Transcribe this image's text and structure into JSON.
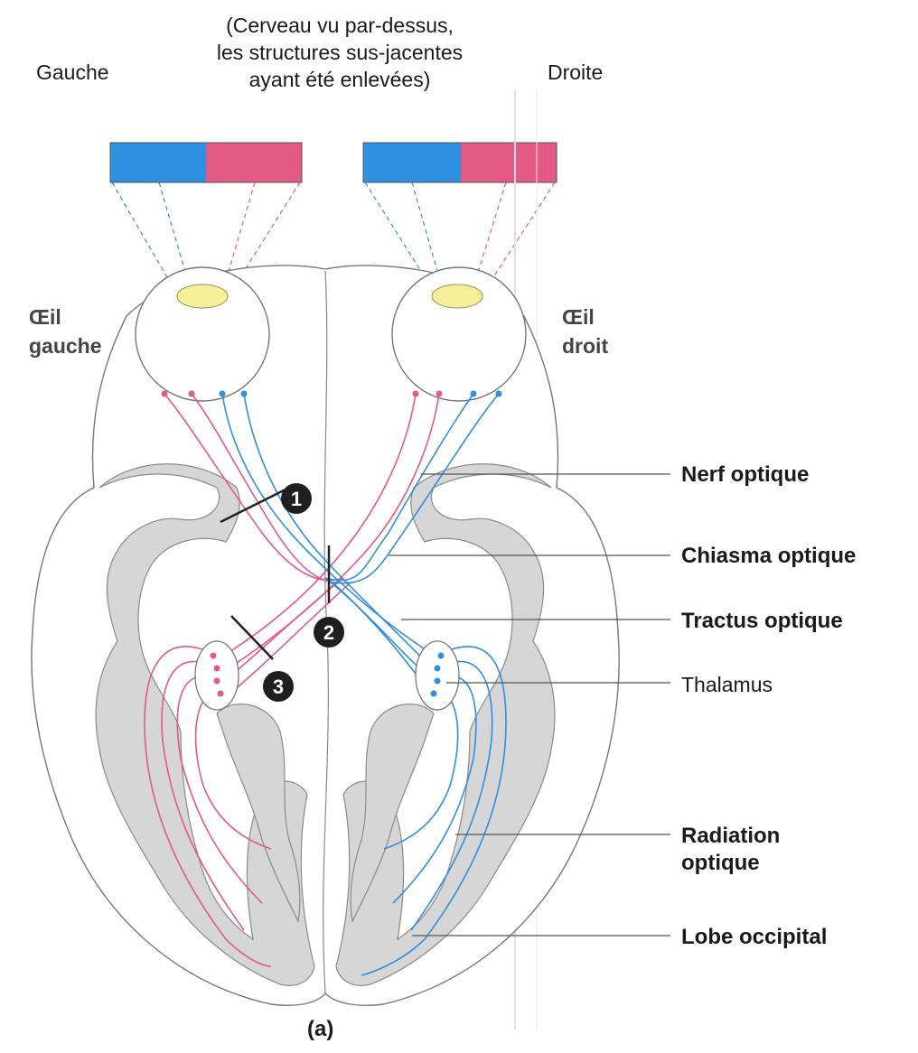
{
  "header": {
    "caption_line1": "(Cerveau vu par-dessus,",
    "caption_line2": "les structures sus-jacentes",
    "caption_line3": "ayant été enlevées)",
    "left_side": "Gauche",
    "right_side": "Droite"
  },
  "eyes": {
    "left_line1": "Œil",
    "left_line2": "gauche",
    "right_line1": "Œil",
    "right_line2": "droit"
  },
  "labels": {
    "optic_nerve": "Nerf optique",
    "optic_chiasm": "Chiasma optique",
    "optic_tract": "Tractus optique",
    "thalamus": "Thalamus",
    "optic_radiation_line1": "Radiation",
    "optic_radiation_line2": "optique",
    "occipital_lobe": "Lobe occipital"
  },
  "markers": [
    "1",
    "2",
    "3"
  ],
  "figure_label": "(a)",
  "colors": {
    "left_field": "#2f8fe0",
    "right_field": "#e35a86",
    "cortex_gray": "#d9d9d9",
    "lens_yellow": "#f5ef9a",
    "marker_fill": "#1f1f1f"
  }
}
